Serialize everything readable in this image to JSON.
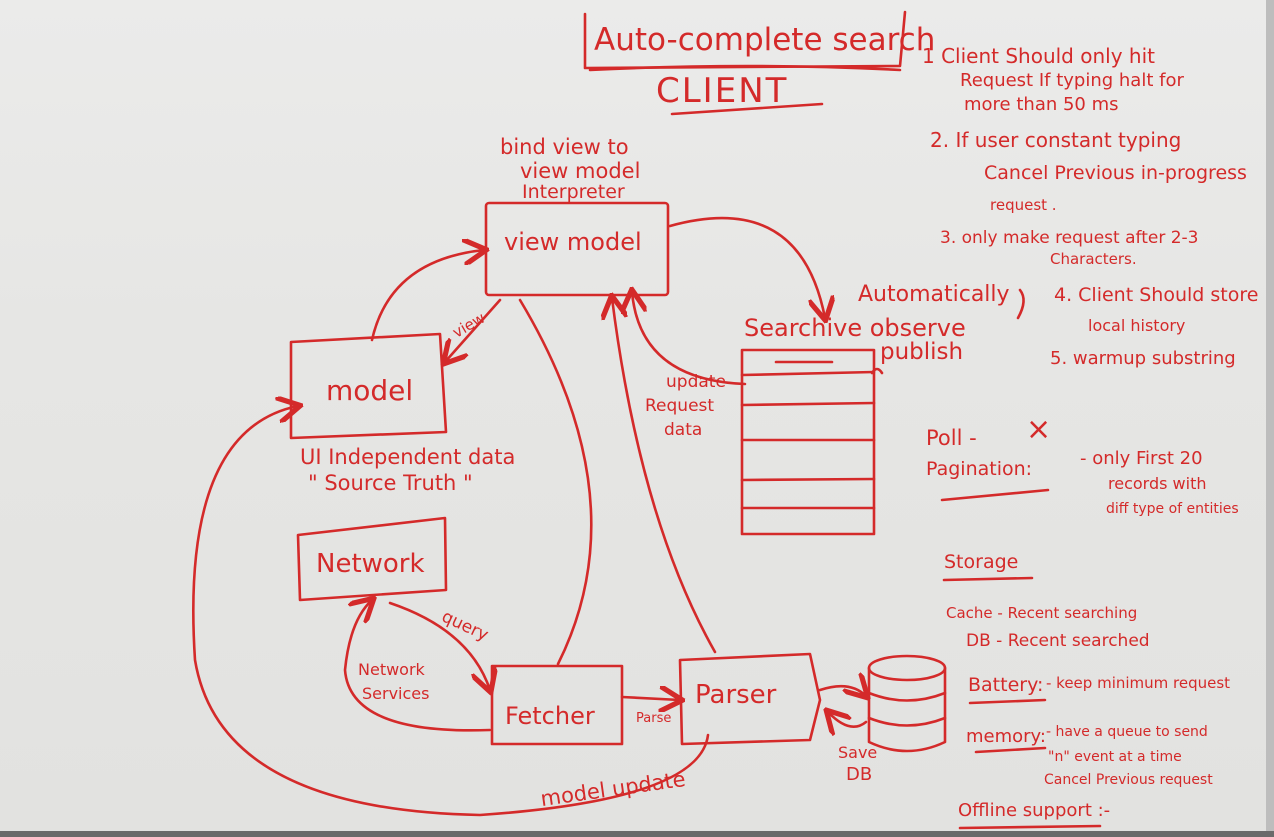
{
  "title": "Auto-complete search",
  "heading": "CLIENT",
  "bind_note": [
    "bind view to",
    "view model",
    "Interpreter"
  ],
  "boxes": {
    "view_model": "view model",
    "model": "model",
    "network": "Network",
    "fetcher": "Fetcher",
    "parser": "Parser"
  },
  "model_note": [
    "UI Independent data",
    "\" Source Truth \""
  ],
  "labels": {
    "view": "view",
    "automatically": "Automatically",
    "searchive_observe": "Searchive observe",
    "publish": "publish",
    "update_request_data": [
      "update",
      "Request",
      "data"
    ],
    "query": "query",
    "network_services": [
      "Network",
      "Services"
    ],
    "parse": "Parse",
    "save_db": [
      "Save",
      "DB"
    ],
    "model_update": "model update"
  },
  "requirements": [
    [
      "1 Client Should only hit",
      "Request If typing halt for",
      "more than 50 ms"
    ],
    [
      "2. If user constant typing",
      "Cancel Previous in-progress",
      "request ."
    ],
    [
      "3. only make request after 2-3",
      "Characters."
    ],
    [
      "4. Client Should store",
      "local history"
    ],
    [
      "5. warmup substring"
    ]
  ],
  "poll": "Poll -",
  "poll_mark": "×",
  "pagination": "Pagination:",
  "pagination_note": [
    "- only First 20",
    "records with",
    "diff type of entities"
  ],
  "storage": {
    "heading": "Storage",
    "cache": "Cache - Recent searching",
    "db": "DB - Recent searched"
  },
  "battery": {
    "label": "Battery:",
    "text": "- keep minimum request"
  },
  "memory": {
    "label": "memory:",
    "text": [
      "- have a queue to send",
      "\"n\" event at a time",
      "Cancel Previous request"
    ]
  },
  "offline": "Offline support :-"
}
